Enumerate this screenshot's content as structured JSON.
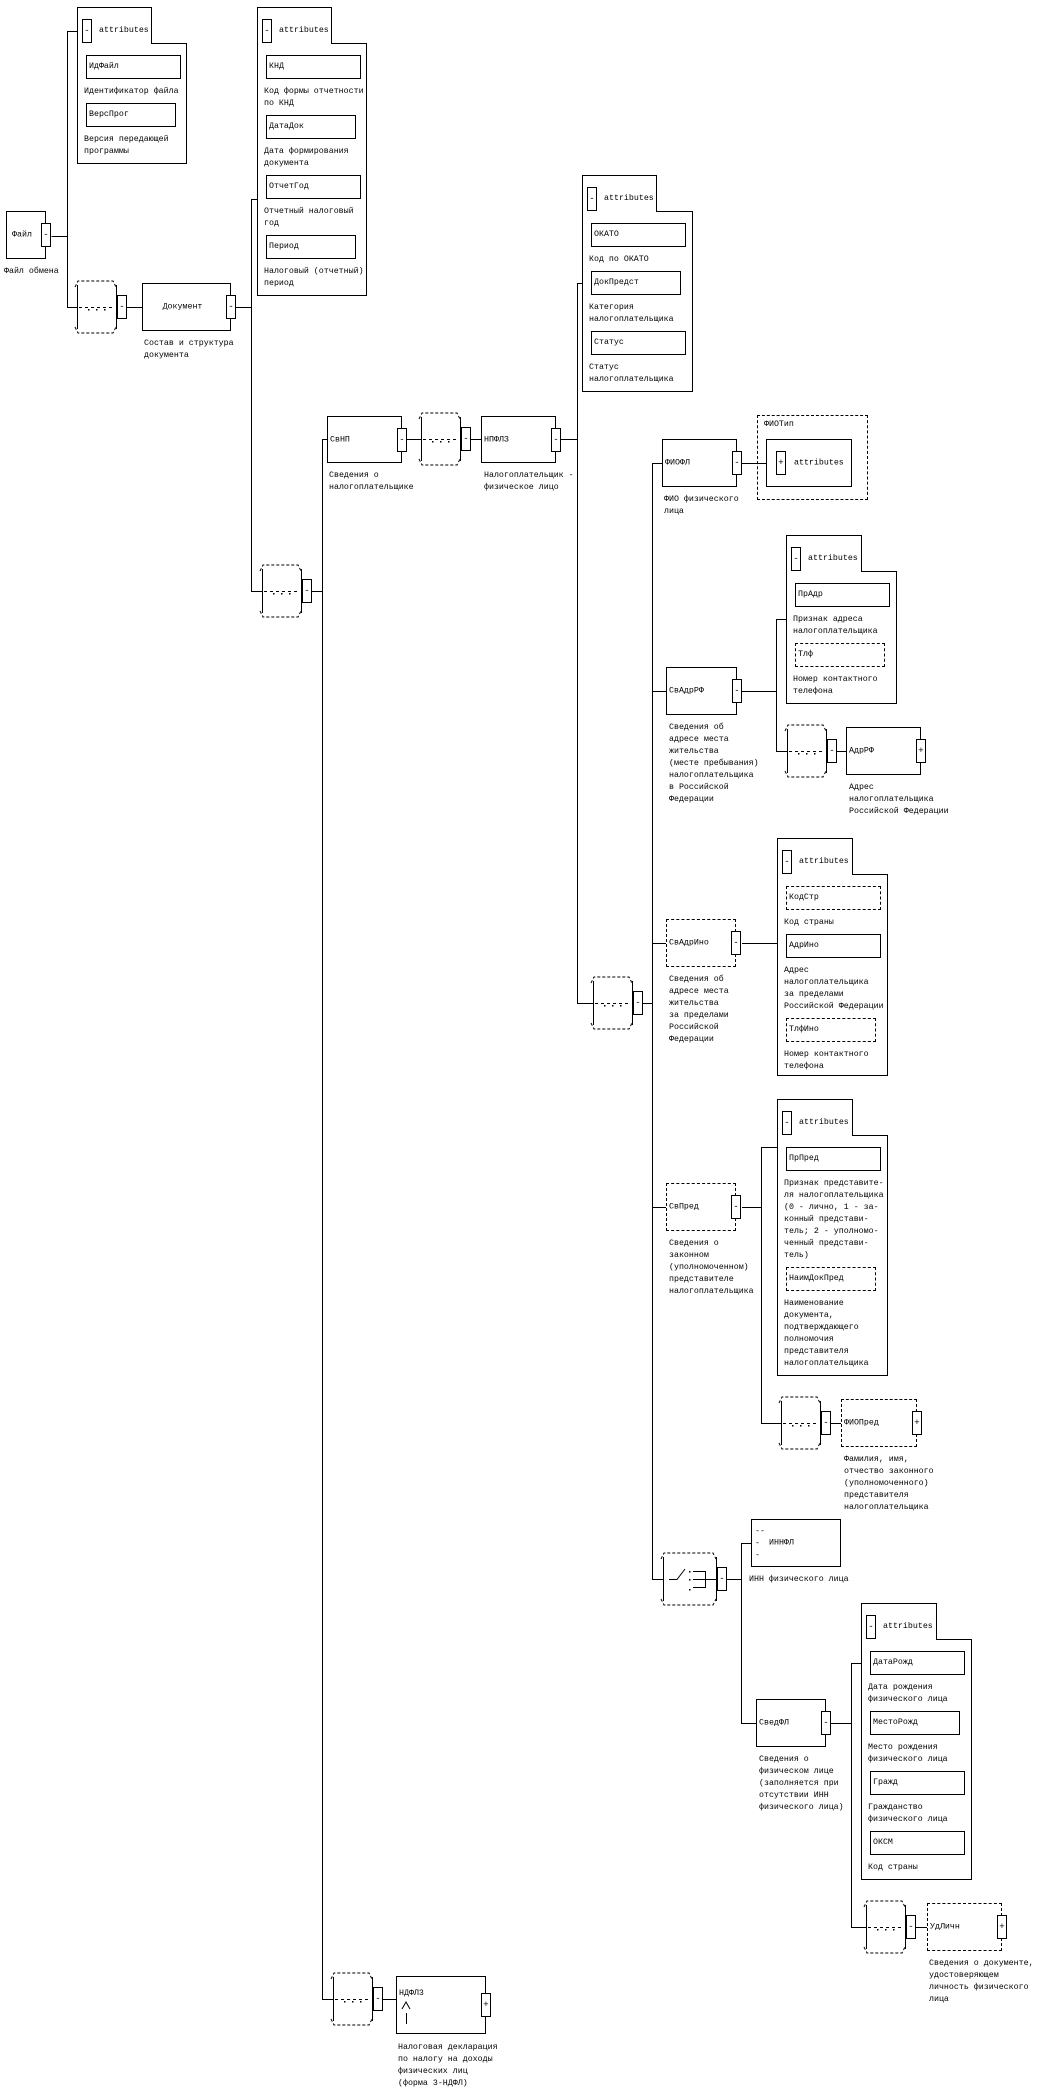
{
  "labels": {
    "attributes": "attributes",
    "expand_minus": "-",
    "expand_plus": "+",
    "fiotip": "ФИОТип"
  },
  "elements": {
    "fail": {
      "name": "Файл",
      "caption": "Файл обмена"
    },
    "dokument": {
      "name": "Документ",
      "caption": "Состав и структура\nдокумента"
    },
    "svnp": {
      "name": "СвНП",
      "caption": "Сведения о\nналогоплательщике"
    },
    "npflz": {
      "name": "НПФЛЗ",
      "caption": "Налогоплательщик -\nфизическое лицо"
    },
    "fiofl": {
      "name": "ФИОФЛ",
      "caption": "ФИО физического\nлица"
    },
    "svadrrf": {
      "name": "СвАдрРФ",
      "caption": "Сведения об\nадресе места\nжительства\n(месте пребывания)\nналогоплательщика\nв Российской\nФедерации"
    },
    "adrrf": {
      "name": "АдрРФ",
      "caption": "Адрес\nналогоплательщика\nРоссийской Федерации"
    },
    "svadrino": {
      "name": "СвАдрИно",
      "caption": "Сведения об\nадресе места\nжительства\nза пределами\nРоссийской\nФедерации"
    },
    "svpred": {
      "name": "СвПред",
      "caption": "Сведения о\nзаконном\n(уполномоченном)\nпредставителе\nналогоплательщика"
    },
    "fiopred": {
      "name": "ФИОПред",
      "caption": "Фамилия, имя,\nотчество законного\n(уполномоченного)\nпредставителя\nналогоплательщика"
    },
    "innfl": {
      "name": "ИННФЛ",
      "caption": "ИНН физического лица"
    },
    "svedfl": {
      "name": "СведФЛ",
      "caption": "Сведения о\nфизическом лице\n(заполняется при\nотсутствии ИНН\nфизического лица)"
    },
    "udlichn": {
      "name": "УдЛичн",
      "caption": "Сведения о документе,\nудостоверяющем\nличность физического\nлица"
    },
    "ndfl3": {
      "name": "НДФЛ3",
      "caption": "Налоговая декларация\nпо налогу на доходы\nфизических лиц\n(форма 3-НДФЛ)"
    }
  },
  "attribute_groups": {
    "fail": [
      {
        "name": "ИдФайл",
        "caption": "Идентификатор файла",
        "optional": false
      },
      {
        "name": "ВерсПрог",
        "caption": "Версия передающей\nпрограммы",
        "optional": false
      }
    ],
    "dokument": [
      {
        "name": "КНД",
        "caption": "Код формы отчетности\nпо КНД",
        "optional": false
      },
      {
        "name": "ДатаДок",
        "caption": "Дата формирования\nдокумента",
        "optional": false
      },
      {
        "name": "ОтчетГод",
        "caption": "Отчетный налоговый\nгод",
        "optional": false
      },
      {
        "name": "Период",
        "caption": "Налоговый (отчетный)\nпериод",
        "optional": false
      }
    ],
    "npflz": [
      {
        "name": "ОКАТО",
        "caption": "Код по ОКАТО",
        "optional": false
      },
      {
        "name": "ДокПредст",
        "caption": "Категория\nналогоплательщика",
        "optional": false
      },
      {
        "name": "Статус",
        "caption": "Статус\nналогоплательщика",
        "optional": false
      }
    ],
    "svadrrf": [
      {
        "name": "ПрАдр",
        "caption": "Признак адреса\nналогоплательщика",
        "optional": false
      },
      {
        "name": "Тлф",
        "caption": "Номер контактного\nтелефона",
        "optional": true
      }
    ],
    "svadrino": [
      {
        "name": "КодСтр",
        "caption": "Код страны",
        "optional": true
      },
      {
        "name": "АдрИно",
        "caption": "Адрес\nналогоплательщика\nза пределами\nРоссийской Федерации",
        "optional": false
      },
      {
        "name": "ТлфИно",
        "caption": "Номер контактного\nтелефона",
        "optional": true
      }
    ],
    "svpred": [
      {
        "name": "ПрПред",
        "caption": "Признак представите-\nля налогоплательщика\n(0 - лично, 1 - за-\nконный представи-\nтель; 2 - уполномо-\nченный представи-\nтель)",
        "optional": false
      },
      {
        "name": "НаимДокПред",
        "caption": "Наименование\nдокумента,\nподтверждающего\nполномочия\nпредставителя\nналогоплательщика",
        "optional": true
      }
    ],
    "svedfl": [
      {
        "name": "ДатаРожд",
        "caption": "Дата рождения\nфизического лица",
        "optional": false
      },
      {
        "name": "МестоРожд",
        "caption": "Место рождения\nфизического лица",
        "optional": false
      },
      {
        "name": "Гражд",
        "caption": "Гражданство\nфизического лица",
        "optional": false
      },
      {
        "name": "ОКСМ",
        "caption": "Код страны",
        "optional": false
      }
    ]
  }
}
